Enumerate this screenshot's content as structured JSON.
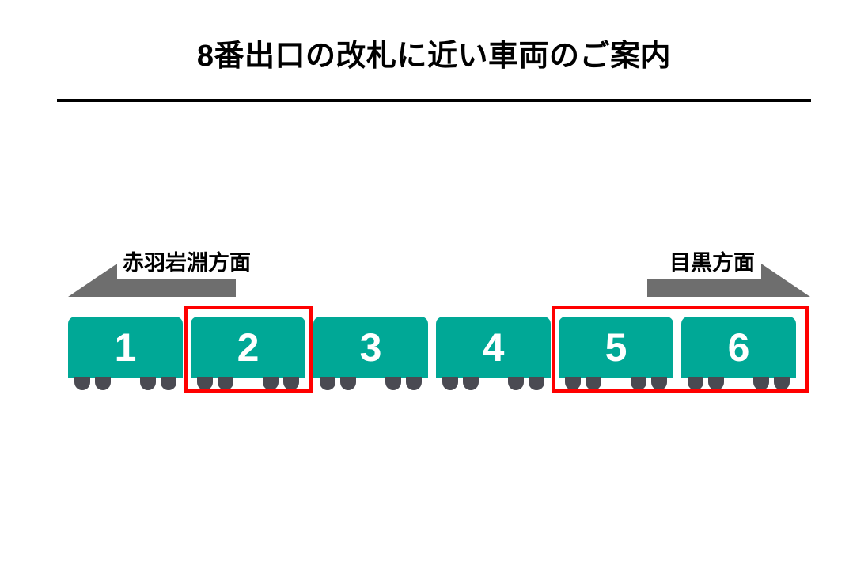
{
  "header": {
    "title": "8番出口の改札に近い車両のご案内"
  },
  "directions": {
    "left": {
      "label": "赤羽岩淵方面",
      "arrow_icon": "arrow-left-icon"
    },
    "right": {
      "label": "目黒方面",
      "arrow_icon": "arrow-right-icon"
    }
  },
  "train": {
    "cars": [
      {
        "number": "1",
        "highlighted": false
      },
      {
        "number": "2",
        "highlighted": true
      },
      {
        "number": "3",
        "highlighted": false
      },
      {
        "number": "4",
        "highlighted": false
      },
      {
        "number": "5",
        "highlighted": true
      },
      {
        "number": "6",
        "highlighted": true
      }
    ]
  },
  "highlight_groups": [
    {
      "cars": [
        "2"
      ]
    },
    {
      "cars": [
        "5",
        "6"
      ]
    }
  ],
  "colors": {
    "car_body": "#00A896",
    "car_number_text": "#FFFFFF",
    "wheel": "#4A4A52",
    "arrow": "#6E6E6E",
    "highlight_border": "#FF0000",
    "title_text": "#000000",
    "rule": "#000000",
    "background": "#FFFFFF"
  }
}
